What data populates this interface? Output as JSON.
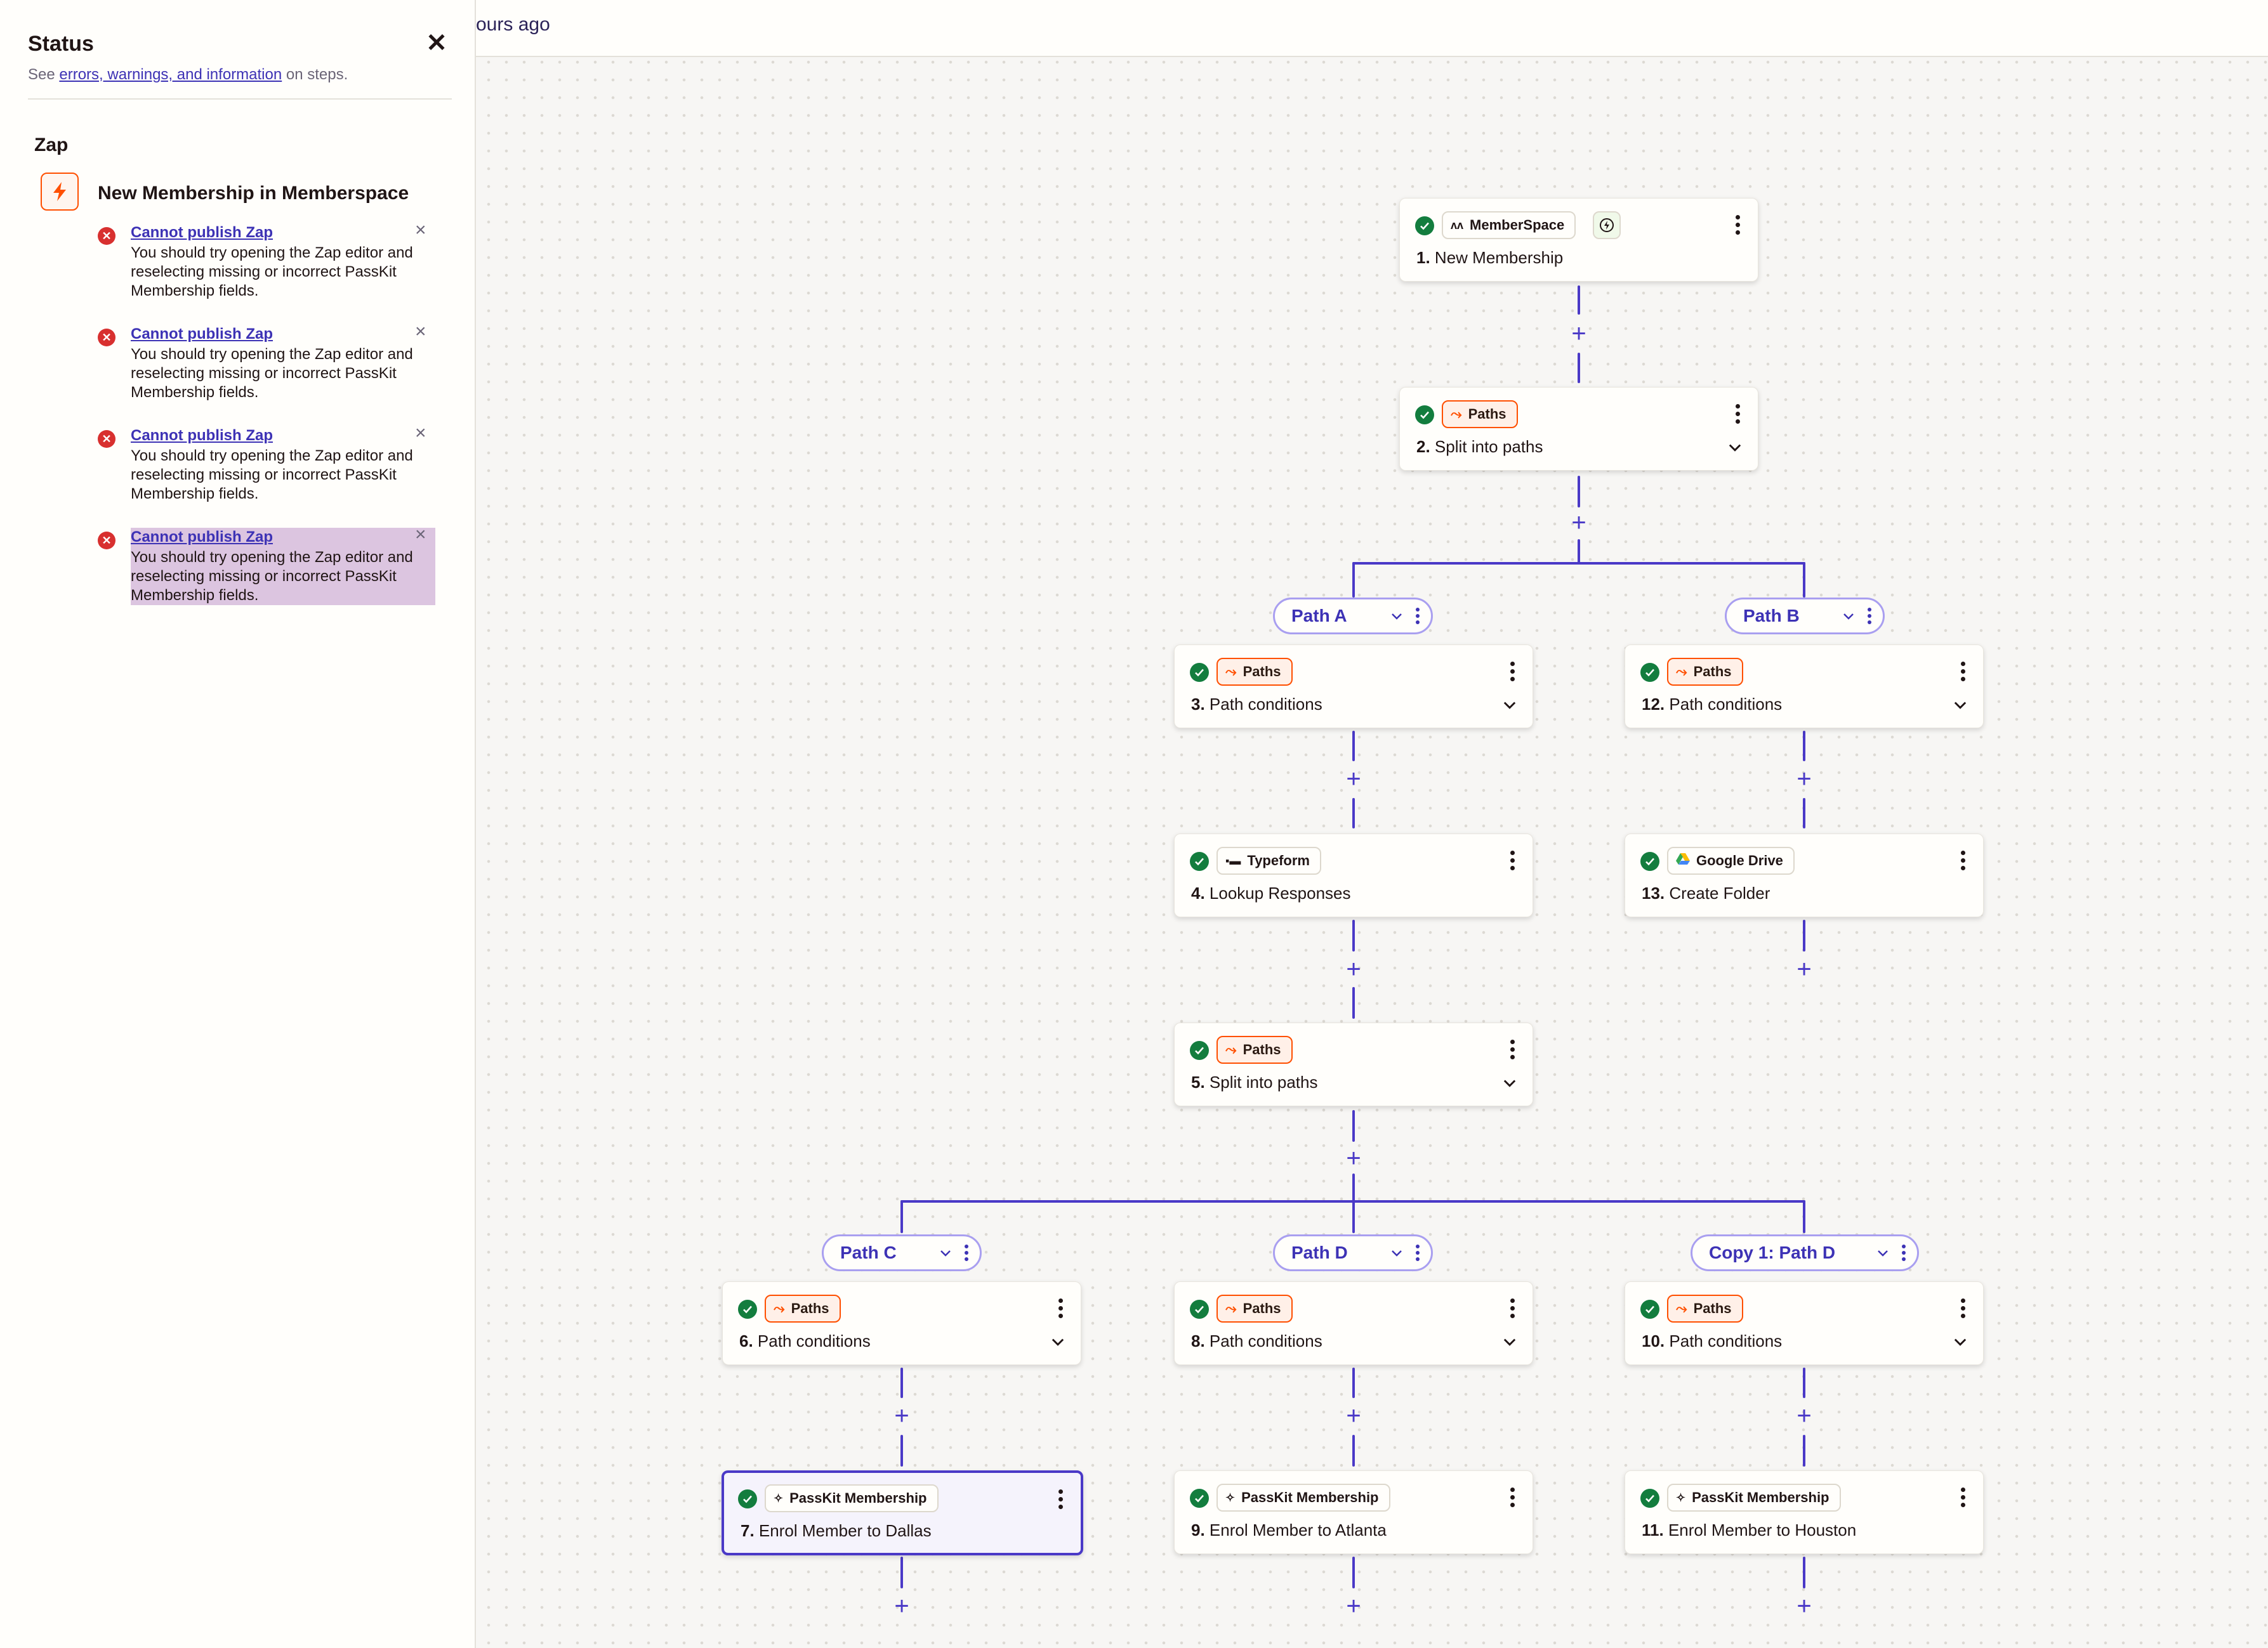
{
  "topbar": {
    "text": "ours ago"
  },
  "status_panel": {
    "title": "Status",
    "subtitle_prefix": "See ",
    "subtitle_link": "errors, warnings, and information",
    "subtitle_suffix": " on steps.",
    "section_title": "Zap",
    "zap_name": "New Membership in Memberspace",
    "errors": [
      {
        "title": "Cannot publish Zap",
        "text": "You should try opening the Zap editor and reselecting missing or incorrect PassKit Membership fields."
      },
      {
        "title": "Cannot publish Zap",
        "text": "You should try opening the Zap editor and reselecting missing or incorrect PassKit Membership fields."
      },
      {
        "title": "Cannot publish Zap",
        "text": "You should try opening the Zap editor and reselecting missing or incorrect PassKit Membership fields."
      },
      {
        "title": "Cannot publish Zap",
        "text": "You should try opening the Zap editor and reselecting missing or incorrect PassKit Membership fields."
      }
    ]
  },
  "steps": {
    "s1": {
      "app": "MemberSpace",
      "num": "1.",
      "title": "New Membership"
    },
    "s2": {
      "app": "Paths",
      "num": "2.",
      "title": "Split into paths"
    },
    "s3": {
      "app": "Paths",
      "num": "3.",
      "title": "Path conditions"
    },
    "s4": {
      "app": "Typeform",
      "num": "4.",
      "title": "Lookup Responses"
    },
    "s5": {
      "app": "Paths",
      "num": "5.",
      "title": "Split into paths"
    },
    "s6": {
      "app": "Paths",
      "num": "6.",
      "title": "Path conditions"
    },
    "s7": {
      "app": "PassKit Membership",
      "num": "7.",
      "title": "Enrol Member to Dallas"
    },
    "s8": {
      "app": "Paths",
      "num": "8.",
      "title": "Path conditions"
    },
    "s9": {
      "app": "PassKit Membership",
      "num": "9.",
      "title": "Enrol Member to Atlanta"
    },
    "s10": {
      "app": "Paths",
      "num": "10.",
      "title": "Path conditions"
    },
    "s11": {
      "app": "PassKit Membership",
      "num": "11.",
      "title": "Enrol Member to Houston"
    },
    "s12": {
      "app": "Paths",
      "num": "12.",
      "title": "Path conditions"
    },
    "s13": {
      "app": "Google Drive",
      "num": "13.",
      "title": "Create Folder"
    }
  },
  "paths": {
    "a": "Path A",
    "b": "Path B",
    "c": "Path C",
    "d": "Path D",
    "d_copy": "Copy 1: Path D"
  },
  "colors": {
    "accent": "#4a39c7",
    "paths_orange": "#ff4f00",
    "success": "#137d3e",
    "error": "#d8302f"
  },
  "icons": {
    "trigger": "bolt-icon",
    "paths": "branch-icon",
    "success": "check-circle-icon",
    "error": "x-circle-icon"
  }
}
